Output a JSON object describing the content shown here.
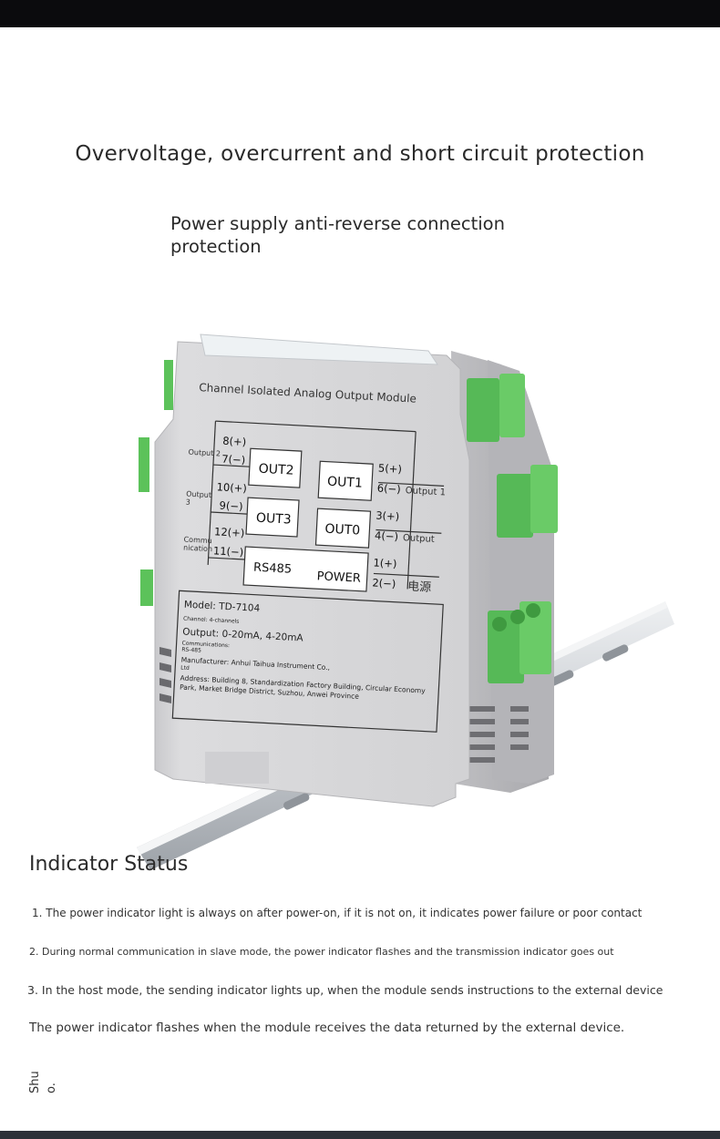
{
  "page": {
    "headline": "Overvoltage, overcurrent and short circuit protection",
    "subline": "Power supply anti-reverse connection protection"
  },
  "module": {
    "title": "Channel Isolated Analog Output Module",
    "blocks": {
      "out2": "OUT2",
      "out1": "OUT1",
      "out3": "OUT3",
      "out0": "OUT0",
      "rs485": "RS485",
      "power": "POWER"
    },
    "terminals": {
      "t8": "8(+)",
      "t7": "7(−)",
      "t10": "10(+)",
      "t9": "9(−)",
      "t12": "12(+)",
      "t11": "11(−)",
      "t5": "5(+)",
      "t6": "6(−)",
      "t3": "3(+)",
      "t4": "4(−)",
      "t1": "1(+)",
      "t2": "2(−)"
    },
    "side_labels": {
      "output2": "Output 2",
      "output3_a": "Output",
      "output3_b": "3",
      "comm_a": "Commu",
      "comm_b": "nication",
      "output1": "Output 1",
      "output0": "Output",
      "power_cn": "电源"
    },
    "info": {
      "model": "Model: TD-7104",
      "channel": "Channel: 4-channels",
      "output": "Output: 0-20mA, 4-20mA",
      "comm_label": "Communications:",
      "comm_value": "RS-485",
      "manufacturer_a": "Manufacturer: Anhui Taihua Instrument Co.,",
      "manufacturer_b": "Ltd",
      "address_a": "Address: Building 8, Standardization Factory Building, Circular Economy",
      "address_b": "Park, Market Bridge District, Suzhou, Anwei Province"
    }
  },
  "indicator": {
    "title": "Indicator Status",
    "notes": [
      "1. The power indicator light is always on after power-on, if it is not on, it indicates power failure or poor contact",
      "2. During normal communication in slave mode, the power indicator flashes and the transmission indicator goes out",
      "3. In the host mode, the sending indicator lights up, when the module sends instructions to the external device",
      "The power indicator flashes when the module receives the data returned by the external device."
    ],
    "vertical_text": [
      "Shu",
      "o."
    ]
  },
  "colors": {
    "top_bar": "#0b0b0d",
    "bottom_bar": "#2c3038",
    "housing": "#d6d6d8",
    "terminal_green": "#5cc25a",
    "rail": "#c9ccd0"
  }
}
